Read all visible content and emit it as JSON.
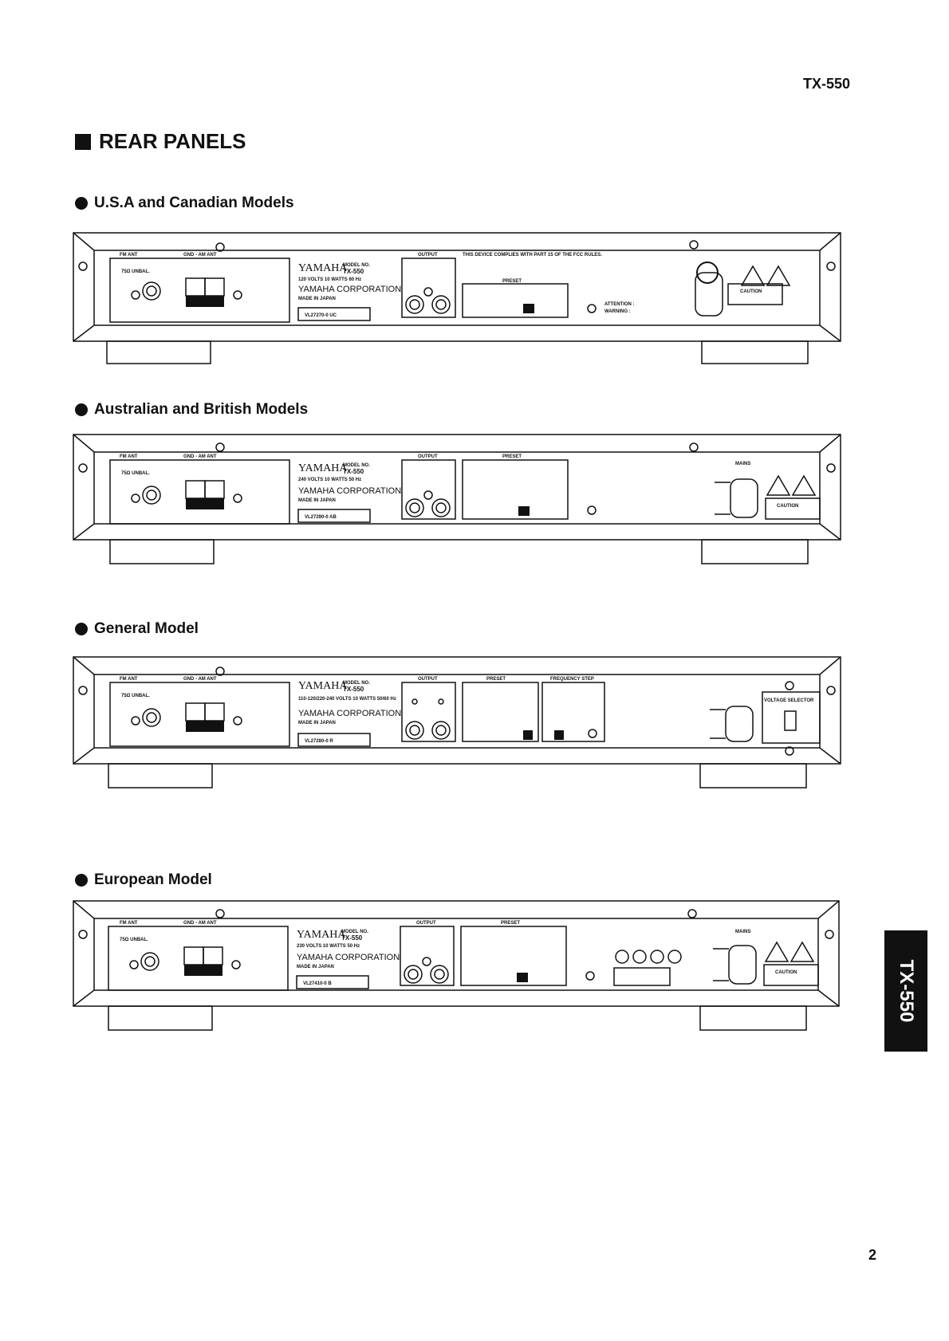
{
  "header": {
    "model": "TX-550"
  },
  "section": {
    "title": "REAR PANELS"
  },
  "models": [
    {
      "heading": "U.S.A and Canadian Models"
    },
    {
      "heading": "Australian and British Models"
    },
    {
      "heading": "General Model"
    },
    {
      "heading": "European Model"
    }
  ],
  "panel_text": {
    "fm_ant": "FM ANT",
    "gnd_am_ant": "GND - AM ANT",
    "unbal": "75Ω UNBAL.",
    "brand": "YAMAHA",
    "model_no": "MODEL NO.",
    "model_name": "TX-550",
    "corporation": "YAMAHA CORPORATION",
    "made_in": "MADE IN JAPAN",
    "output": "OUTPUT",
    "preset": "PRESET",
    "frequency_step": "FREQUENCY STEP",
    "mains": "MAINS",
    "caution": "CAUTION",
    "voltage_selector": "VOLTAGE SELECTOR",
    "attention": "ATTENTION :",
    "warning": "WARNING :",
    "fcc": "THIS DEVICE COMPLIES WITH PART 15 OF THE FCC RULES."
  },
  "ratings": [
    "120 VOLTS  10 WATTS  60 Hz",
    "240 VOLTS  10 WATTS  50 Hz",
    "110-120/220-240 VOLTS  10 WATTS  50/60 Hz",
    "230 VOLTS  10 WATTS  50 Hz"
  ],
  "serials": [
    "VL27270-0 UC",
    "VL27290-0 AB",
    "VL27280-0 R",
    "VL27410-0 B"
  ],
  "page": {
    "number": "2",
    "side_tab": "TX-550"
  }
}
